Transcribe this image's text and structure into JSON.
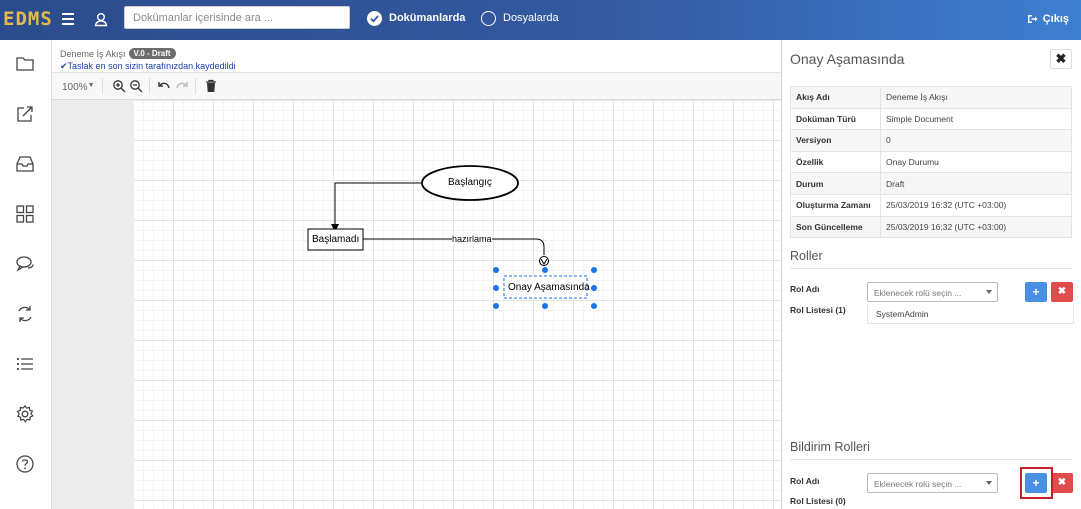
{
  "app": {
    "logo": "EDMS",
    "logout_label": "Çıkış"
  },
  "search": {
    "placeholder": "Dokümanlar içerisinde ara ...",
    "value": ""
  },
  "search_scope": {
    "documents_label": "Dokümanlarda",
    "folders_label": "Dosyalarda",
    "selected": "documents"
  },
  "sidebar": {
    "items": [
      {
        "name": "folder-icon"
      },
      {
        "name": "share-icon"
      },
      {
        "name": "inbox-icon"
      },
      {
        "name": "grid-icon"
      },
      {
        "name": "chat-icon"
      },
      {
        "name": "sync-icon"
      },
      {
        "name": "list-icon"
      },
      {
        "name": "gear-icon"
      },
      {
        "name": "help-icon"
      }
    ]
  },
  "editor": {
    "workflow_name": "Deneme İş Akışı",
    "version_badge": "V.0 - Draft",
    "saved_message": "Taslak en son sizin tarafınızdan kaydedildi",
    "zoom_level": "100%"
  },
  "diagram": {
    "nodes": [
      {
        "id": "start",
        "label": "Başlangıç",
        "shape": "ellipse"
      },
      {
        "id": "not-started",
        "label": "Başlamadı",
        "shape": "rect"
      },
      {
        "id": "approval",
        "label": "Onay Aşamasında",
        "shape": "rect",
        "selected": true
      }
    ],
    "edges": [
      {
        "from": "start",
        "to": "not-started",
        "label": ""
      },
      {
        "from": "not-started",
        "to": "approval",
        "label": "hazırlama"
      }
    ]
  },
  "panel": {
    "title": "Onay Aşamasında",
    "details": [
      {
        "key": "Akış Adı",
        "value": "Deneme İş Akışı"
      },
      {
        "key": "Doküman Türü",
        "value": "Simple Document"
      },
      {
        "key": "Versiyon",
        "value": "0"
      },
      {
        "key": "Özellik",
        "value": "Onay Durumu"
      },
      {
        "key": "Durum",
        "value": "Draft"
      },
      {
        "key": "Oluşturma Zamanı",
        "value": "25/03/2019 16:32 (UTC +03:00)"
      },
      {
        "key": "Son Güncelleme",
        "value": "25/03/2019 16:32 (UTC +03:00)"
      }
    ],
    "roles": {
      "title": "Roller",
      "role_label": "Rol Adı",
      "select_placeholder": "Eklenecek rolü seçin ...",
      "list_label": "Rol Listesi (1)",
      "list": [
        "SystemAdmin"
      ]
    },
    "notify_roles": {
      "title": "Bildirim Rolleri",
      "role_label": "Rol Adı",
      "select_placeholder": "Eklenecek rolü seçin ...",
      "list_label": "Rol Listesi (0)",
      "list": []
    }
  },
  "colors": {
    "topbar": "#33599f",
    "accent_blue": "#4a90e2",
    "danger": "#e04b4b",
    "logo": "#e4b94f",
    "selection": "#1a73e8"
  }
}
